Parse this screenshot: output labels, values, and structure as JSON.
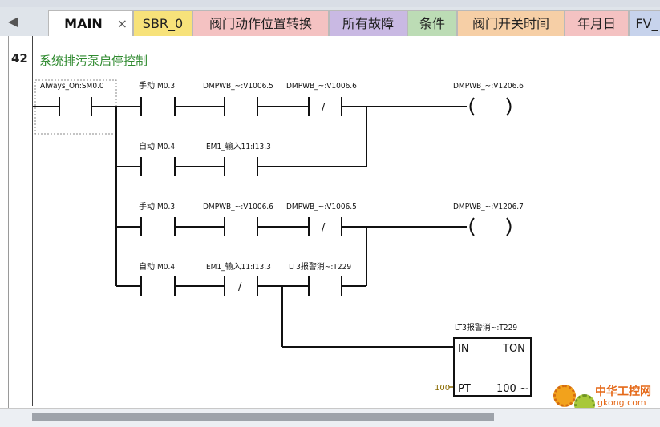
{
  "tabs": [
    {
      "label": "MAIN",
      "active": true,
      "color": "#ffffff"
    },
    {
      "label": "SBR_0",
      "active": false,
      "color": "#f7e27a"
    },
    {
      "label": "阀门动作位置转换",
      "active": false,
      "color": "#f4c2c2"
    },
    {
      "label": "所有故障",
      "active": false,
      "color": "#c9b9e3"
    },
    {
      "label": "条件",
      "active": false,
      "color": "#bcdcb5"
    },
    {
      "label": "阀门开关时间",
      "active": false,
      "color": "#f6cfa6"
    },
    {
      "label": "年月日",
      "active": false,
      "color": "#f4c2c2"
    },
    {
      "label": "FV_",
      "active": false,
      "color": "#c7d3ec"
    }
  ],
  "close_glyph": "×",
  "network": {
    "number": "42",
    "title": "系统排污泵启停控制"
  },
  "rungs": {
    "r1": {
      "always_on": "Always_On:SM0.0",
      "manual": "手动:M0.3",
      "contact2": "DMPWB_~:V1006.5",
      "contact3": "DMPWB_~:V1006.6",
      "coil": "DMPWB_~:V1206.6",
      "auto": "自动:M0.4",
      "em_input": "EM1_输入11:I13.3"
    },
    "r2": {
      "manual": "手动:M0.3",
      "contact2": "DMPWB_~:V1006.6",
      "contact3": "DMPWB_~:V1006.5",
      "coil": "DMPWB_~:V1206.7",
      "auto": "自动:M0.4",
      "em_input": "EM1_输入11:I13.3",
      "timer_contact": "LT3报警消~:T229"
    },
    "timer": {
      "name": "LT3报警消~:T229",
      "in_label": "IN",
      "type": "TON",
      "pt_label": "PT",
      "pt_value": "100",
      "resolution": "100 ~"
    },
    "not_symbol": "/",
    "coil_open": "(",
    "coil_close": ")"
  },
  "icons": {
    "scroll_left": "◀",
    "watermark": "gear-logo-icon"
  },
  "watermark": {
    "title": "中华工控网",
    "site": "gkong.com"
  },
  "colors": {
    "network_title": "#2f8a2f",
    "ladder_line": "#111111"
  }
}
